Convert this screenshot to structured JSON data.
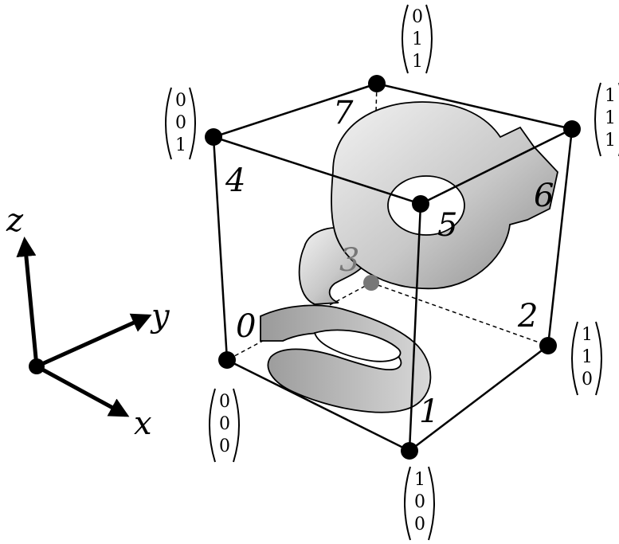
{
  "axes": {
    "x": "x",
    "y": "y",
    "z": "z"
  },
  "vertices": [
    {
      "index": "0",
      "vector": [
        "0",
        "0",
        "0"
      ]
    },
    {
      "index": "1",
      "vector": [
        "1",
        "0",
        "0"
      ]
    },
    {
      "index": "2",
      "vector": [
        "1",
        "1",
        "0"
      ]
    },
    {
      "index": "3",
      "vector": []
    },
    {
      "index": "4",
      "vector": [
        "0",
        "0",
        "1"
      ]
    },
    {
      "index": "5",
      "vector": []
    },
    {
      "index": "6",
      "vector": [
        "1",
        "1",
        "1"
      ]
    },
    {
      "index": "7",
      "vector": [
        "0",
        "1",
        "1"
      ]
    }
  ],
  "colors": {
    "line": "#000000",
    "shape_fill": "#c8c8c8",
    "shape_light": "#eeeeee",
    "shape_dark": "#8a8a8a"
  }
}
